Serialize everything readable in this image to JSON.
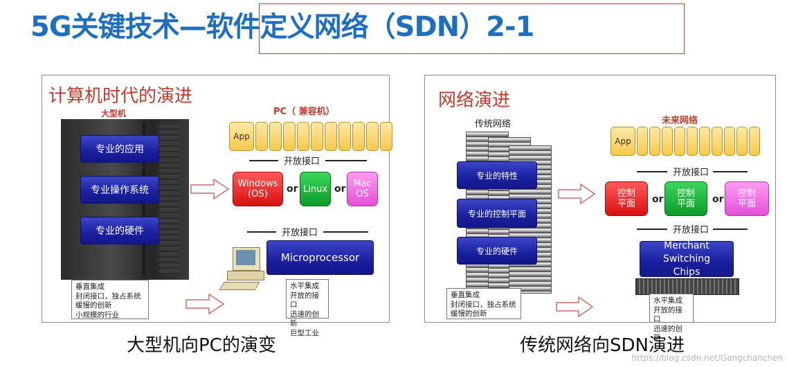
{
  "title": "5G关键技术—软件定义网络（SDN）2-1",
  "left_panel": {
    "title": "计算机时代的演进",
    "mainframe_label": "大型机",
    "pc_label": "PC（ 兼容机）",
    "stack": [
      "专业的应用",
      "专业操作系统",
      "专业的硬件"
    ],
    "app_label": "App",
    "interface_label_1": "开放接口",
    "interface_label_2": "开放接口",
    "os_options": [
      {
        "label": "Windows (OS)",
        "color": "#e21d1d"
      },
      {
        "label": "Linux",
        "color": "#17a834"
      },
      {
        "label": "Mac OS",
        "color": "#ef6ae3"
      }
    ],
    "or_text": "or",
    "processor_label": "Microprocessor",
    "note_vertical": [
      "垂直集成",
      "封闭接口，独占系统",
      "缓慢的创新",
      "小规模的行业"
    ],
    "note_horizontal": [
      "水平集成",
      "开放的接口",
      "迅速的创新",
      "巨型工业"
    ],
    "caption": "大型机向PC的演变"
  },
  "right_panel": {
    "title": "网络演进",
    "traditional_label": "传统网络",
    "future_label": "未来网络",
    "stack": [
      "专业的特性",
      "专业的控制平面",
      "专业的硬件"
    ],
    "app_label": "App",
    "interface_label_1": "开放接口",
    "interface_label_2": "开放接口",
    "control_options": [
      {
        "label": "控制平面",
        "color": "#e21d1d"
      },
      {
        "label": "控制平面",
        "color": "#17a834"
      },
      {
        "label": "控制平面",
        "color": "#ef6ae3"
      }
    ],
    "or_text": "or",
    "chip_label": "Merchant Switching Chips",
    "note_vertical": [
      "垂直集成",
      "封闭接口，独占系统",
      "缓慢的创新"
    ],
    "note_horizontal": [
      "水平集成",
      "开放的接口",
      "迅速的创新"
    ],
    "caption": "传统网络向SDN演进"
  },
  "watermark": "https://blog.csdn.net/Gangchanchen"
}
